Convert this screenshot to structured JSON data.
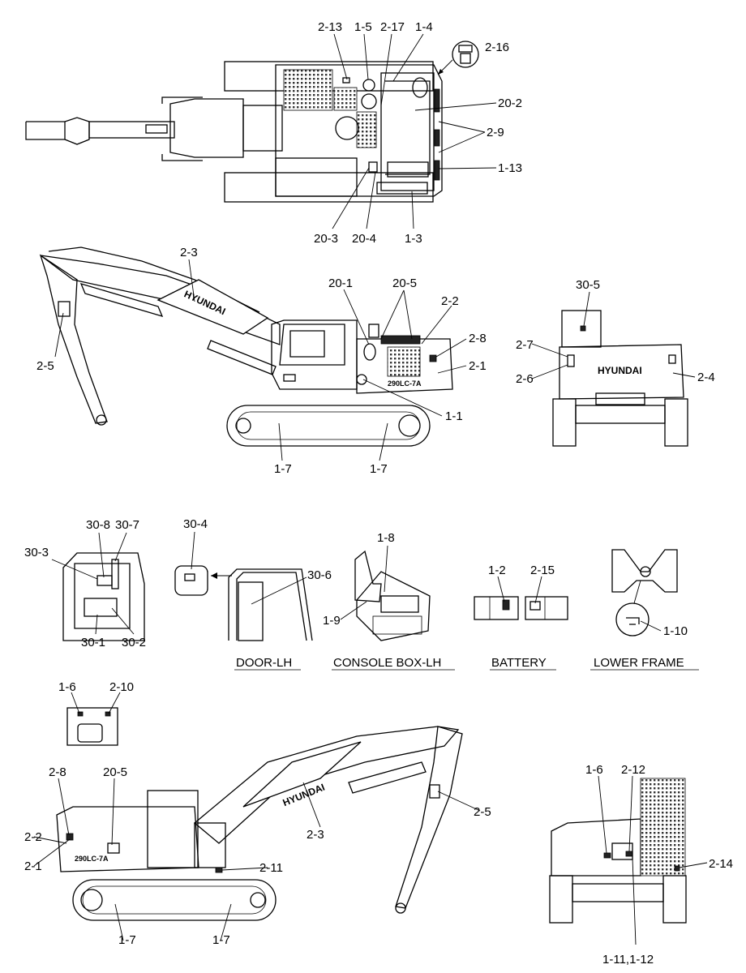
{
  "brand": "HYUNDAI",
  "model": "290LC-7A",
  "captions": {
    "door": "DOOR-LH",
    "console": "CONSOLE BOX-LH",
    "battery": "BATTERY",
    "lower_frame": "LOWER FRAME"
  },
  "labels": {
    "top": [
      "2-13",
      "1-5",
      "2-17",
      "1-4",
      "2-16",
      "20-2",
      "2-9",
      "1-13",
      "20-3",
      "20-4",
      "1-3"
    ],
    "side_left": [
      "2-3",
      "20-1",
      "20-5",
      "2-2",
      "2-8",
      "2-1",
      "2-5",
      "1-1",
      "1-7",
      "1-7"
    ],
    "rear": [
      "30-5",
      "2-7",
      "2-6",
      "2-4"
    ],
    "cab": [
      "30-8",
      "30-7",
      "30-3",
      "30-1",
      "30-2"
    ],
    "door": [
      "30-4",
      "30-6"
    ],
    "console": [
      "1-8",
      "1-9"
    ],
    "battery": [
      "1-2",
      "2-15"
    ],
    "lower_frame": [
      "1-10"
    ],
    "panel": [
      "1-6",
      "2-10"
    ],
    "side_right": [
      "2-8",
      "20-5",
      "2-2",
      "2-1",
      "2-3",
      "2-5",
      "2-11",
      "1-7",
      "1-7"
    ],
    "rear_right": [
      "1-6",
      "2-12",
      "2-14",
      "1-11,1-12"
    ]
  }
}
